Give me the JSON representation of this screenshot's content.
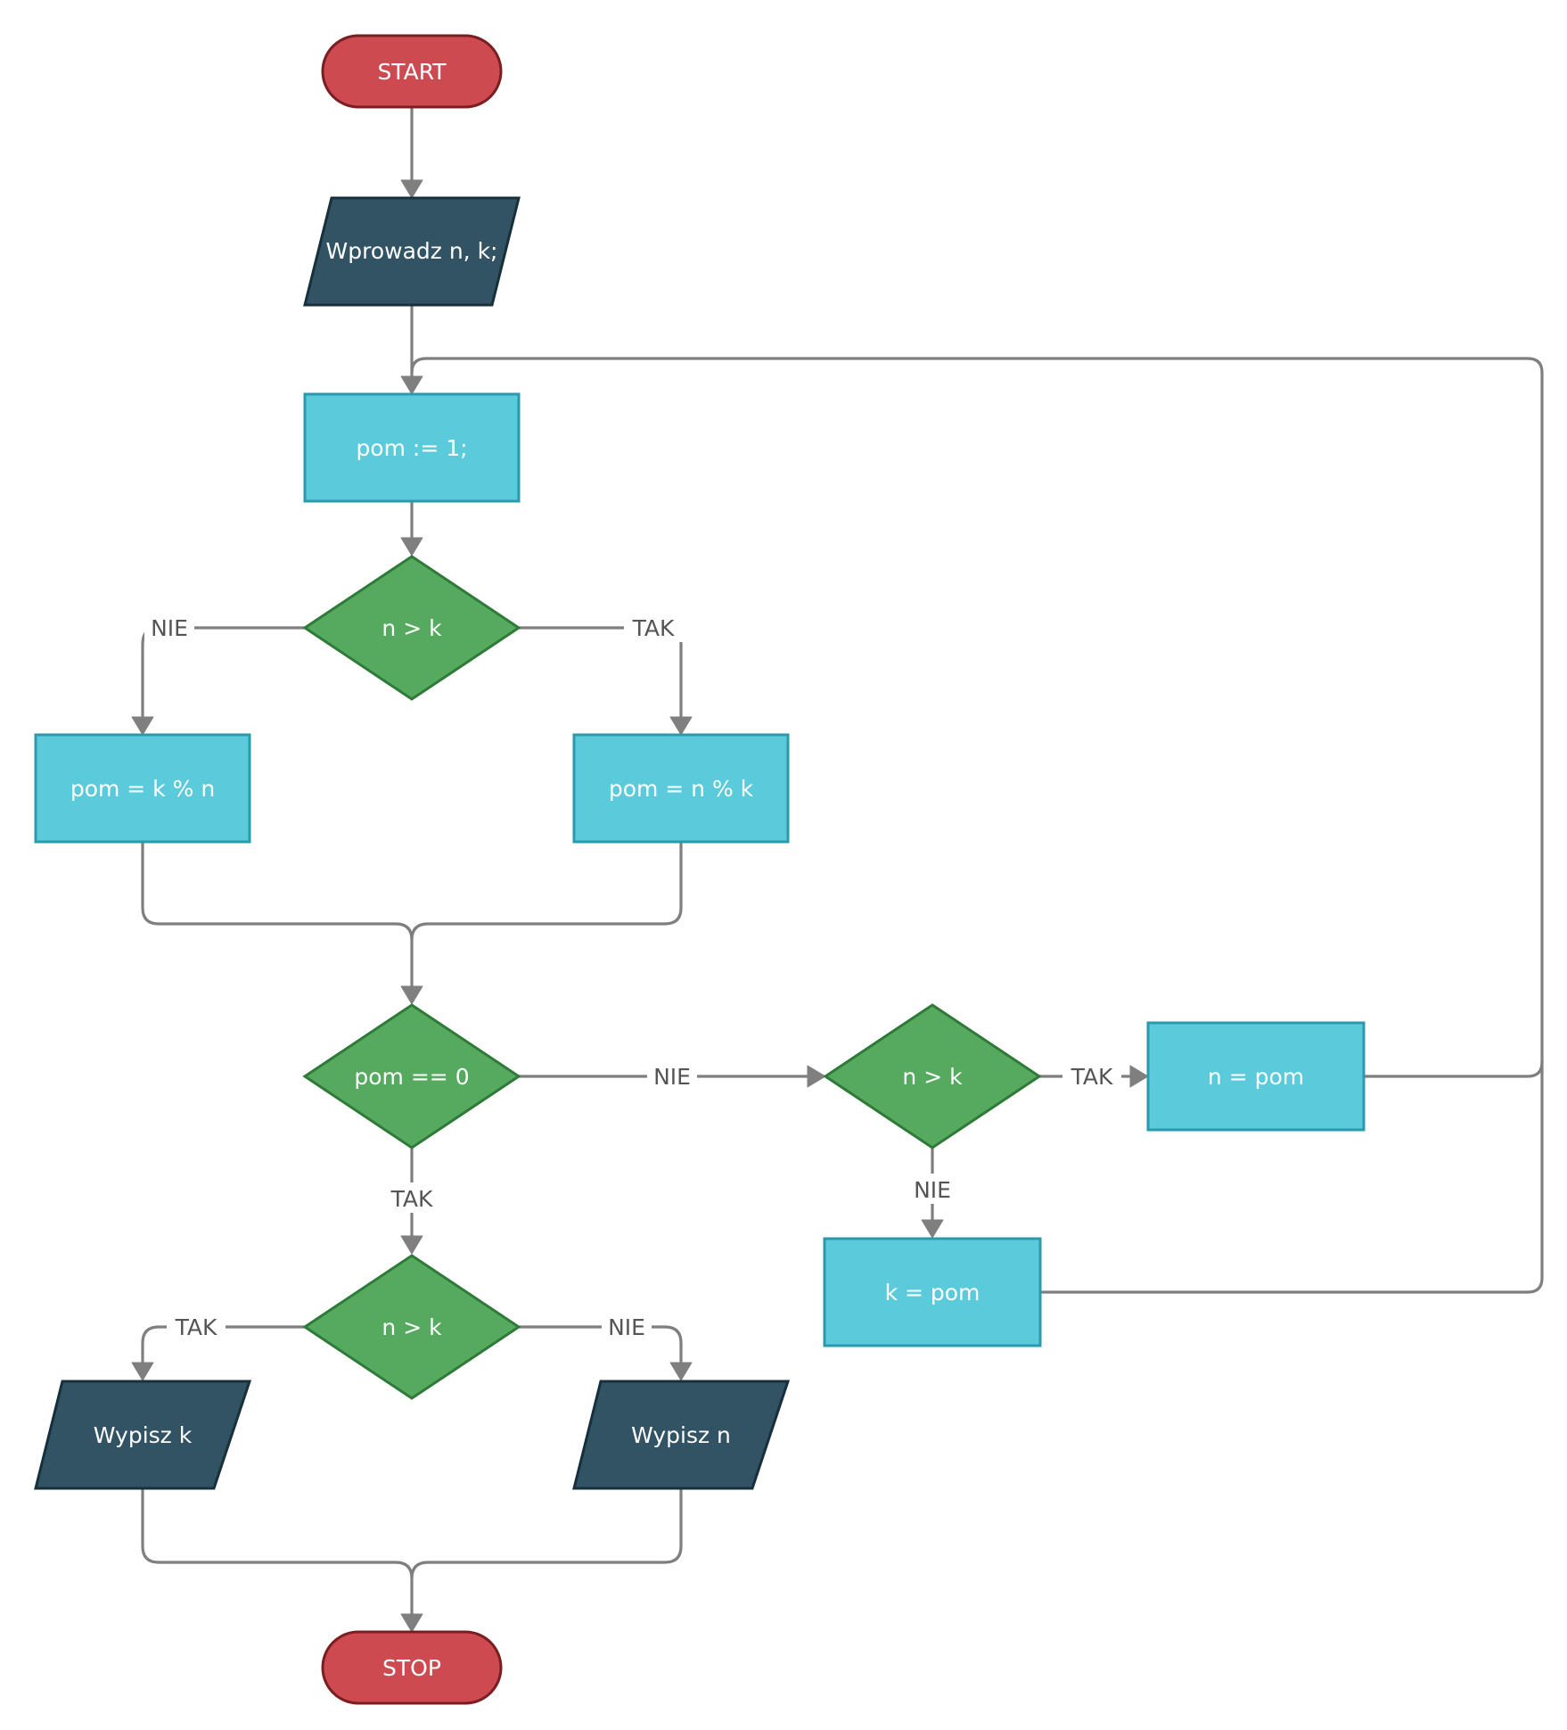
{
  "nodes": {
    "start": "START",
    "input": "Wprowadz n, k;",
    "init": "pom := 1;",
    "cond_first": "n > k",
    "mod_k_n": "pom = k % n",
    "mod_n_k": "pom = n % k",
    "cond_zero": "pom == 0",
    "cond_loop": "n > k",
    "assign_n": "n = pom",
    "assign_k": "k = pom",
    "cond_final": "n > k",
    "print_k": "Wypisz k",
    "print_n": "Wypisz n",
    "stop": "STOP"
  },
  "edge_labels": {
    "first_no": "NIE",
    "first_yes": "TAK",
    "zero_no": "NIE",
    "zero_yes": "TAK",
    "loop_yes": "TAK",
    "loop_no": "NIE",
    "final_yes": "TAK",
    "final_no": "NIE"
  },
  "colors": {
    "terminal": "#cc4a50",
    "io": "#315364",
    "process": "#5bcbdb",
    "decision": "#55aa5f",
    "connector": "#7f7f7f"
  }
}
